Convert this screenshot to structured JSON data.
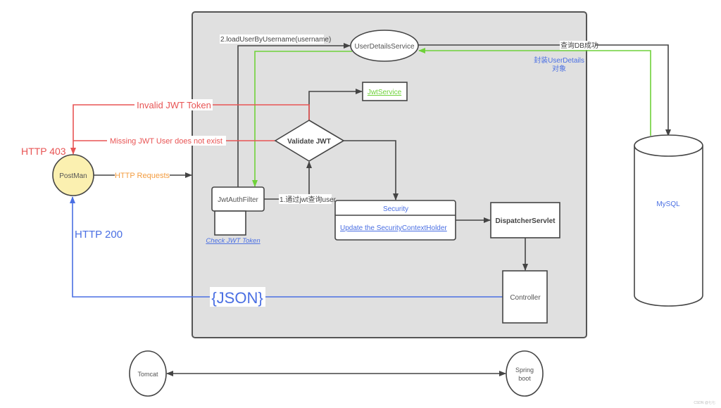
{
  "diagram": {
    "title": "JWT authentication flow with Spring Security",
    "colors": {
      "container_fill": "#e0e0e0",
      "stroke": "#444444",
      "error": "#e85454",
      "success": "#4a6fe3",
      "db_flow": "#6fd13a",
      "request": "#f39c3f",
      "postman_fill": "#fbf0b0",
      "link_blue": "#4a6fe3",
      "link_green": "#6fd13a"
    },
    "nodes": {
      "postman": "PostMan",
      "user_details_service": "UserDetailsService",
      "jwt_service": "JwtService",
      "validate_jwt": "Validate JWT",
      "jwt_auth_filter": "JwtAuthFilter",
      "check_jwt_token": "Check JWT Token",
      "security_title": "Security",
      "security_action": "Update the SecurityContextHolder",
      "dispatcher_servlet": "DispatcherServlet",
      "controller": "Controller",
      "mysql": "MySQL",
      "tomcat": "Tomcat",
      "spring_boot_line1": "Spring",
      "spring_boot_line2": "boot"
    },
    "edges": {
      "load_user": "2.loadUserByUsername(username)",
      "query_db_success": "查询DB成功",
      "wrap_user_details_line1": "封装UserDetails",
      "wrap_user_details_line2": "对象",
      "invalid_token": "Invalid JWT Token",
      "missing_user": "Missing JWT User does not exist",
      "http_403": "HTTP 403",
      "http_requests": "HTTP Requests",
      "query_user_by_jwt": "1.通过jwt查询user",
      "http_200": "HTTP 200",
      "json": "{JSON}"
    },
    "watermark": "CSDN @七七"
  }
}
